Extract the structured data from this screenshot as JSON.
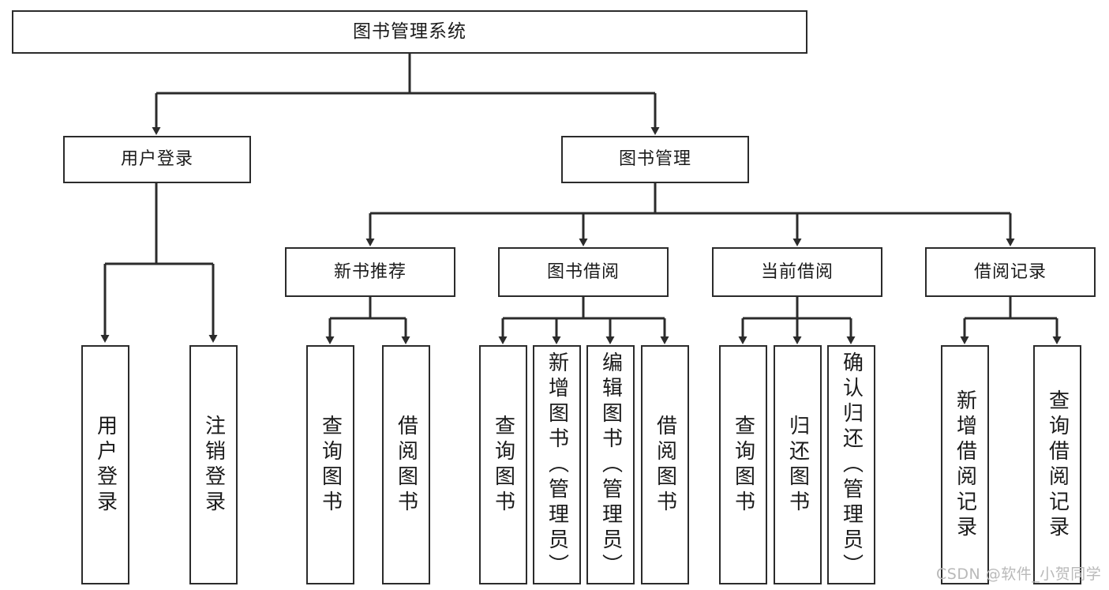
{
  "diagram": {
    "title": "图书管理系统",
    "type": "hierarchy-tree",
    "watermark": "CSDN @软件_小贺同学",
    "colors": {
      "box_border": "#2b2b2b",
      "box_fill": "#ffffff",
      "line": "#2b2b2b",
      "text": "#1b1b1b",
      "watermark": "#b9b9b9"
    },
    "nodes": {
      "root": {
        "label": "图书管理系统"
      },
      "level2": [
        {
          "label": "用户登录"
        },
        {
          "label": "图书管理"
        }
      ],
      "level3": [
        {
          "label": "新书推荐"
        },
        {
          "label": "图书借阅"
        },
        {
          "label": "当前借阅"
        },
        {
          "label": "借阅记录"
        }
      ],
      "leaves": {
        "user_login": [
          {
            "label": "用户登录"
          },
          {
            "label": "注销登录"
          }
        ],
        "new_book_recommend": [
          {
            "label": "查询图书"
          },
          {
            "label": "借阅图书"
          }
        ],
        "book_borrow": [
          {
            "label": "查询图书"
          },
          {
            "label": "新增图书（管理员）"
          },
          {
            "label": "编辑图书（管理员）"
          },
          {
            "label": "借阅图书"
          }
        ],
        "current_borrow": [
          {
            "label": "查询图书"
          },
          {
            "label": "归还图书"
          },
          {
            "label": "确认归还（管理员）"
          }
        ],
        "borrow_record": [
          {
            "label": "新增借阅记录"
          },
          {
            "label": "查询借阅记录"
          }
        ]
      }
    }
  }
}
